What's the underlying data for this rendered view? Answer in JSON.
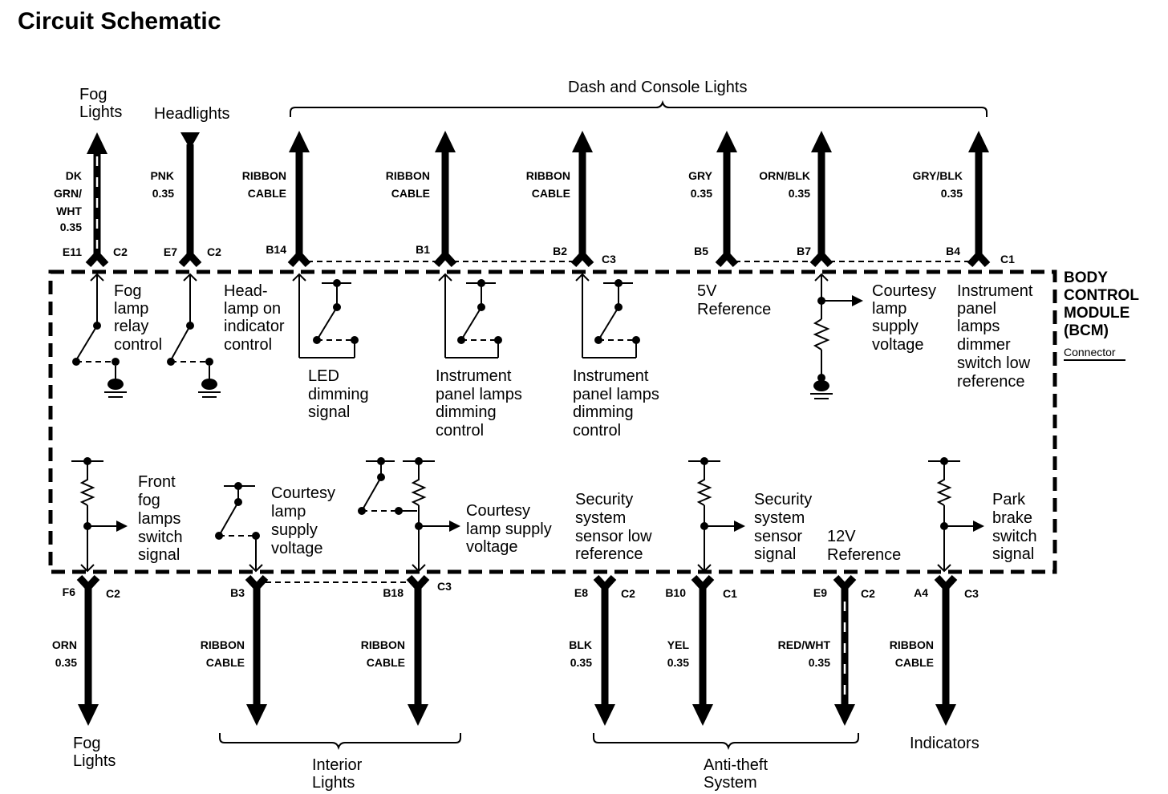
{
  "title": "Circuit Schematic",
  "top_groups": {
    "dash_console": "Dash and Console Lights",
    "fog_lights": [
      "Fog",
      "Lights"
    ],
    "headlights": "Headlights"
  },
  "bottom_groups": {
    "fog_lights": [
      "Fog",
      "Lights"
    ],
    "interior_lights": [
      "Interior",
      "Lights"
    ],
    "anti_theft": [
      "Anti-theft",
      "System"
    ],
    "indicators": "Indicators"
  },
  "bcm": {
    "label": [
      "BODY",
      "CONTROL",
      "MODULE",
      "(BCM)"
    ],
    "connector": "Connector"
  },
  "top_wires": [
    {
      "color": [
        "DK",
        "GRN/",
        "WHT",
        "0.35"
      ],
      "pin": "E11",
      "conn": "C2"
    },
    {
      "color": [
        "PNK",
        "0.35"
      ],
      "pin": "E7",
      "conn": "C2"
    },
    {
      "color": [
        "RIBBON",
        "CABLE"
      ],
      "pin": "B14",
      "conn": ""
    },
    {
      "color": [
        "RIBBON",
        "CABLE"
      ],
      "pin": "B1",
      "conn": ""
    },
    {
      "color": [
        "RIBBON",
        "CABLE"
      ],
      "pin": "B2",
      "conn": "C3"
    },
    {
      "color": [
        "GRY",
        "0.35"
      ],
      "pin": "B5",
      "conn": ""
    },
    {
      "color": [
        "ORN/BLK",
        "0.35"
      ],
      "pin": "B7",
      "conn": ""
    },
    {
      "color": [
        "GRY/BLK",
        "0.35"
      ],
      "pin": "B4",
      "conn": "C1"
    }
  ],
  "bottom_wires": [
    {
      "color": [
        "ORN",
        "0.35"
      ],
      "pin": "F6",
      "conn": "C2"
    },
    {
      "color": [
        "RIBBON",
        "CABLE"
      ],
      "pin": "B3",
      "conn": ""
    },
    {
      "color": [
        "RIBBON",
        "CABLE"
      ],
      "pin": "B18",
      "conn": "C3"
    },
    {
      "color": [
        "BLK",
        "0.35"
      ],
      "pin": "E8",
      "conn": "C2"
    },
    {
      "color": [
        "YEL",
        "0.35"
      ],
      "pin": "B10",
      "conn": "C1"
    },
    {
      "color": [
        "RED/WHT",
        "0.35"
      ],
      "pin": "E9",
      "conn": "C2"
    },
    {
      "color": [
        "RIBBON",
        "CABLE"
      ],
      "pin": "A4",
      "conn": "C3"
    }
  ],
  "top_functions": {
    "fog_relay": [
      "Fog",
      "lamp",
      "relay",
      "control"
    ],
    "headlamp_ind": [
      "Head-",
      "lamp on",
      "indicator",
      "control"
    ],
    "led_dim": [
      "LED",
      "dimming",
      "signal"
    ],
    "ip_dim1": [
      "Instrument",
      "panel lamps",
      "dimming",
      "control"
    ],
    "ip_dim2": [
      "Instrument",
      "panel lamps",
      "dimming",
      "control"
    ],
    "ref5v": [
      "5V",
      "Reference"
    ],
    "courtesy_top": [
      "Courtesy",
      "lamp",
      "supply",
      "voltage"
    ],
    "ip_low_ref": [
      "Instrument",
      "panel",
      "lamps",
      "dimmer",
      "switch low",
      "reference"
    ]
  },
  "bottom_functions": {
    "front_fog": [
      "Front",
      "fog",
      "lamps",
      "switch",
      "signal"
    ],
    "courtesy1": [
      "Courtesy",
      "lamp",
      "supply",
      "voltage"
    ],
    "courtesy2": [
      "Courtesy",
      "lamp supply",
      "voltage"
    ],
    "sec_low_ref": [
      "Security",
      "system",
      "sensor low",
      "reference"
    ],
    "sec_signal": [
      "Security",
      "system",
      "sensor",
      "signal"
    ],
    "ref12v": [
      "12V",
      "Reference"
    ],
    "park_brake": [
      "Park",
      "brake",
      "switch",
      "signal"
    ]
  }
}
